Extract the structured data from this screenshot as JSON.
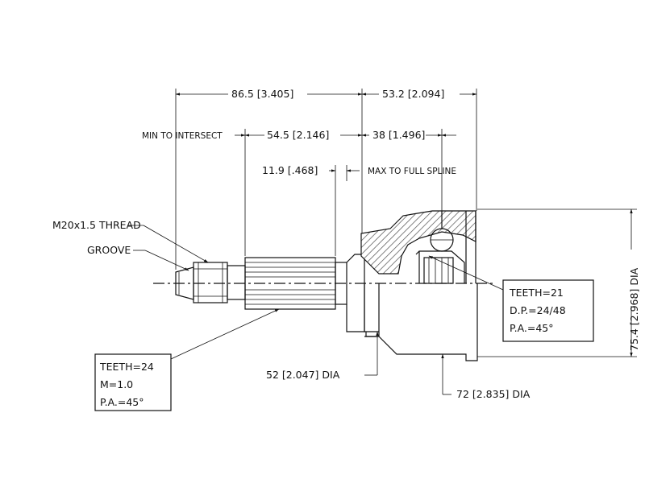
{
  "dimensions": {
    "overall_stub": "86.5 [3.405]",
    "housing_length": "53.2 [2.094]",
    "min_to_intersect_label": "MIN TO INTERSECT",
    "min_to_intersect": "54.5 [2.146]",
    "spline_to_center": "38 [1.496]",
    "seal_offset": "11.9 [.468]",
    "max_to_full_spline": "MAX TO FULL SPLINE",
    "outer_dia_vertical": "75.4 [2.968] DIA",
    "neck_dia": "52 [2.047] DIA",
    "housing_dia": "72 [2.835] DIA"
  },
  "callouts": {
    "thread": "M20x1.5 THREAD",
    "groove": "GROOVE"
  },
  "outer_spline_box": {
    "line1": "TEETH=24",
    "line2": "M=1.0",
    "line3": "P.A.=45°"
  },
  "inner_spline_box": {
    "line1": "TEETH=21",
    "line2": "D.P.=24/48",
    "line3": "P.A.=45°"
  }
}
